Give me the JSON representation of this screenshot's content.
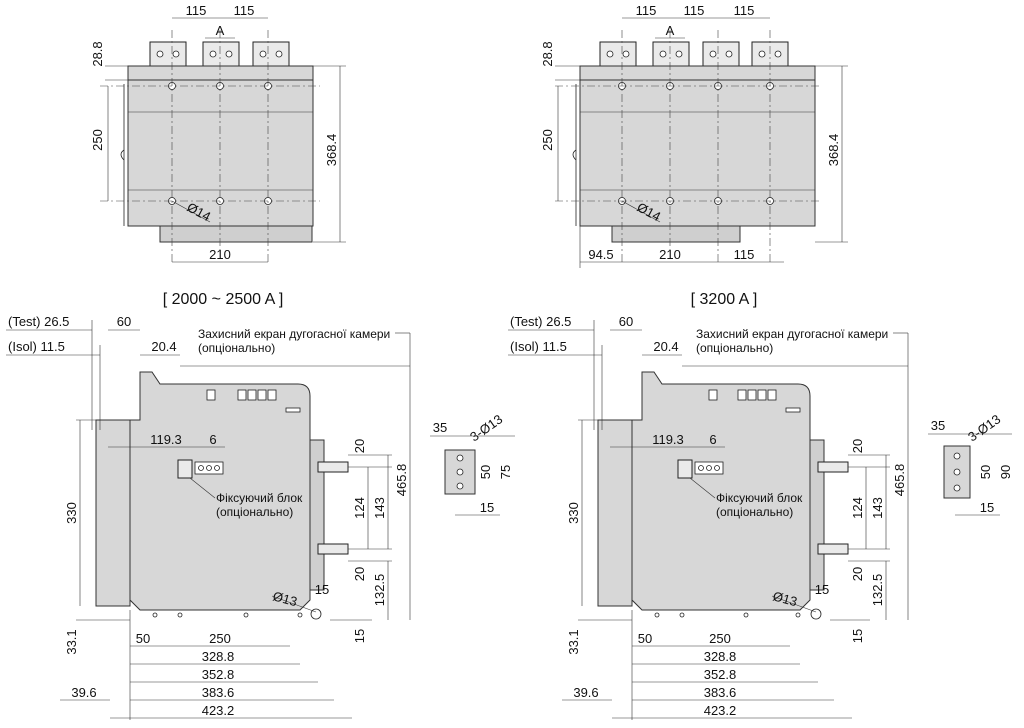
{
  "top_views": [
    {
      "id": "2000-2500",
      "dims": {
        "terminal_pitch": [
          "115",
          "115"
        ],
        "terminal_label": "A",
        "top_height": "28.8",
        "hole_spacing_v": "250",
        "total_height": "368.4",
        "hole_dia": "Ø14",
        "bottom": [
          "210"
        ]
      }
    },
    {
      "id": "3200",
      "dims": {
        "terminal_pitch": [
          "115",
          "115",
          "115"
        ],
        "terminal_label": "A",
        "top_height": "28.8",
        "hole_spacing_v": "250",
        "total_height": "368.4",
        "hole_dia": "Ø14",
        "bottom": [
          "94.5",
          "210",
          "115"
        ]
      }
    }
  ],
  "titles": [
    "[ 2000 ~ 2500 A ]",
    "[ 3200 A ]"
  ],
  "side_views": [
    {
      "test": "(Test) 26.5",
      "isol": "(Isol) 11.5",
      "d60": "60",
      "d20_4": "20.4",
      "arc_shield_note_line1": "Захисний екран дугогасної камери",
      "arc_shield_note_line2": "(опціонально)",
      "d119_3": "119.3",
      "d6": "6",
      "lock_note_line1": "Фіксуючий блок",
      "lock_note_line2": "(опціонально)",
      "d330": "330",
      "d465_8": "465.8",
      "d20a": "20",
      "d124": "124",
      "d143": "143",
      "d20b": "20",
      "d132_5": "132.5",
      "hole": "Ø13",
      "d15a": "15",
      "d15b": "15",
      "d33_1": "33.1",
      "bottom": [
        "50",
        "250",
        "328.8",
        "352.8",
        "383.6",
        "423.2"
      ],
      "d39_6": "39.6",
      "detail": {
        "d35": "35",
        "holes": "3-Ø13",
        "d50": "50",
        "dv": "75",
        "d15": "15"
      }
    },
    {
      "test": "(Test) 26.5",
      "isol": "(Isol) 11.5",
      "d60": "60",
      "d20_4": "20.4",
      "arc_shield_note_line1": "Захисний екран дугогасної камери",
      "arc_shield_note_line2": "(опціонально)",
      "d119_3": "119.3",
      "d6": "6",
      "lock_note_line1": "Фіксуючий блок",
      "lock_note_line2": "(опціонально)",
      "d330": "330",
      "d465_8": "465.8",
      "d20a": "20",
      "d124": "124",
      "d143": "143",
      "d20b": "20",
      "d132_5": "132.5",
      "hole": "Ø13",
      "d15a": "15",
      "d15b": "15",
      "d33_1": "33.1",
      "bottom": [
        "50",
        "250",
        "328.8",
        "352.8",
        "383.6",
        "423.2"
      ],
      "d39_6": "39.6",
      "detail": {
        "d35": "35",
        "holes": "3-Ø13",
        "d50": "50",
        "dv": "90",
        "d15": "15"
      }
    }
  ]
}
